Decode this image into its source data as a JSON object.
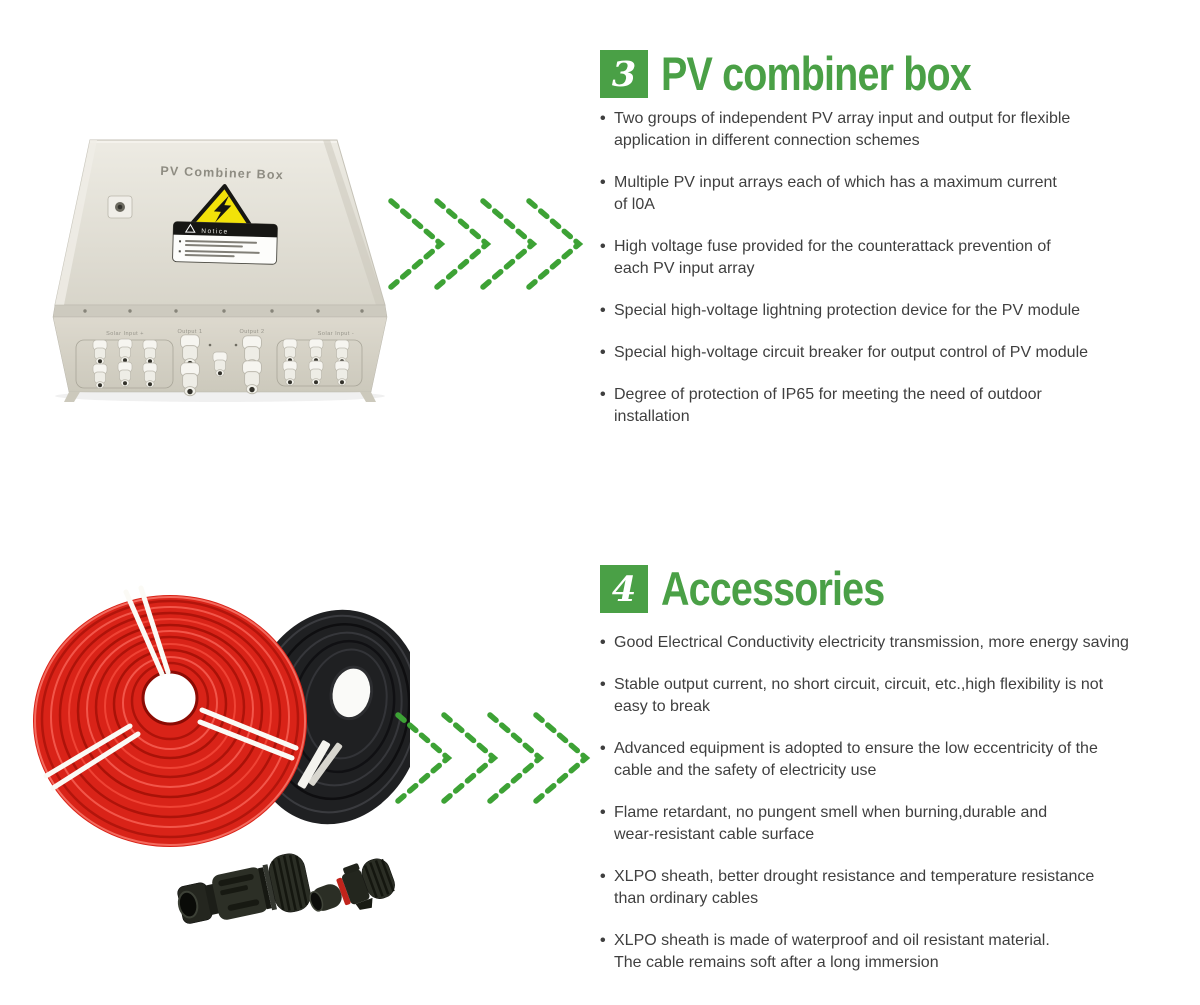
{
  "colors": {
    "title_green": "#4aa046",
    "arrow_green": "#3da235",
    "body_text": "#3f3f3f"
  },
  "section_pv": {
    "badge": "3",
    "title": "PV combiner box",
    "bullets": [
      {
        "lines": [
          "Two groups of independent PV array input and output for flexible",
          "application in different connection schemes"
        ]
      },
      {
        "lines": [
          "Multiple PV input arrays each of which has a maximum current",
          "of l0A"
        ]
      },
      {
        "lines": [
          "High voltage fuse provided for the counterattack prevention of",
          "each PV input array"
        ]
      },
      {
        "lines": [
          "Special high-voltage lightning protection device for the PV module"
        ]
      },
      {
        "lines": [
          "Special high-voltage circuit breaker for output control of PV module"
        ]
      },
      {
        "lines": [
          "Degree of protection of IP65 for meeting the need of outdoor",
          "installation"
        ]
      }
    ]
  },
  "section_acc": {
    "badge": "4",
    "title": "Accessories",
    "bullets": [
      {
        "lines": [
          "Good Electrical Conductivity electricity transmission, more energy saving"
        ]
      },
      {
        "lines": [
          "Stable output current, no short circuit, circuit, etc.,high flexibility is not",
          "easy to break"
        ]
      },
      {
        "lines": [
          "Advanced equipment is adopted to ensure the low eccentricity of the",
          "cable and the safety of electricity use"
        ]
      },
      {
        "lines": [
          "Flame retardant, no pungent smell when burning,durable and",
          "wear-resistant cable surface"
        ]
      },
      {
        "lines": [
          "XLPO sheath, better drought resistance and temperature resistance",
          "than ordinary cables"
        ]
      },
      {
        "lines": [
          "XLPO sheath is made of waterproof and oil resistant material.",
          "The cable remains soft after a long immersion"
        ]
      }
    ]
  },
  "combiner_box_image": {
    "lid_label": "PV Combiner Box",
    "notice_label": "Notice",
    "panel_labels": [
      "Solar Input +",
      "Output 1",
      "Output 2",
      "Solar Input -"
    ]
  }
}
